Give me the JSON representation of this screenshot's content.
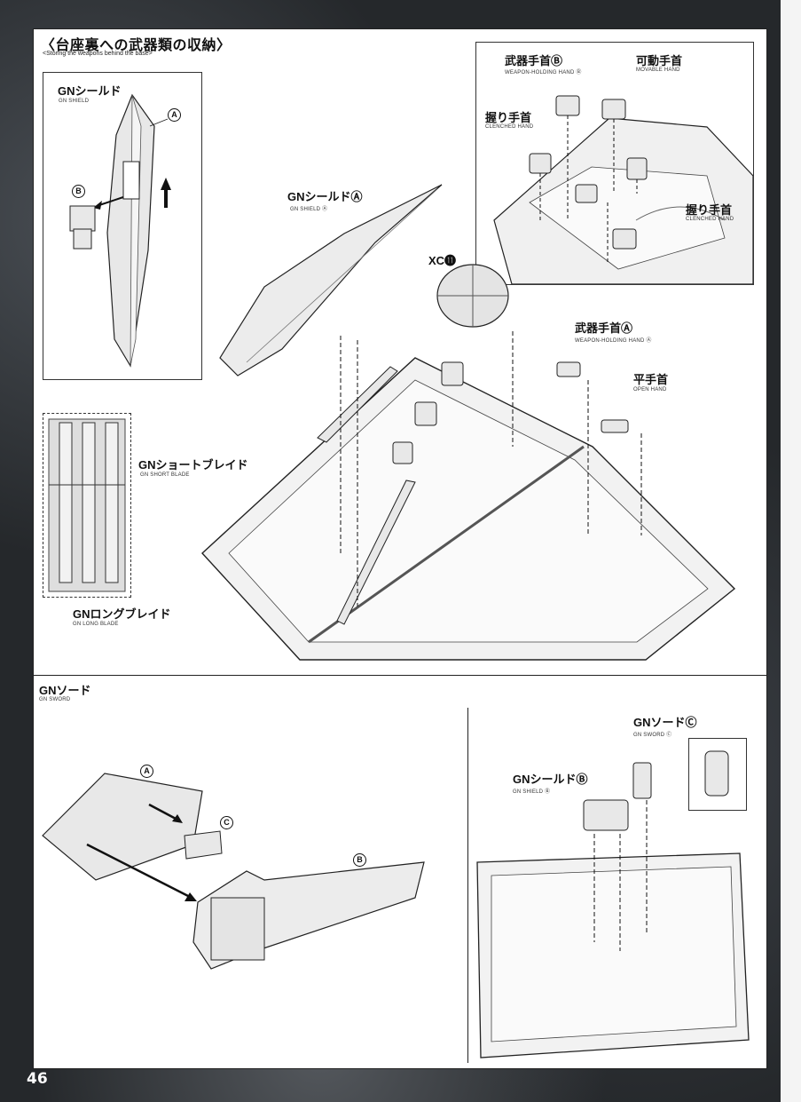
{
  "page": {
    "number": "46"
  },
  "section_storage": {
    "title": "〈台座裏への武器類の収納〉",
    "subtitle": "<Storing the weapons behind the base>"
  },
  "callouts": {
    "gn_shield": {
      "jp": "GNシールド",
      "en": "GN SHIELD"
    },
    "gn_shield_a": {
      "jp": "GNシールドⒶ",
      "en": "GN SHIELD Ⓐ"
    },
    "xc11": {
      "jp": "XC⓫"
    },
    "weapon_hand_b": {
      "jp": "武器手首Ⓑ",
      "en": "WEAPON-HOLDING HAND Ⓑ"
    },
    "movable_hand": {
      "jp": "可動手首",
      "en": "MOVABLE HAND"
    },
    "clenched_hand_1": {
      "jp": "握り手首",
      "en": "CLENCHED HAND"
    },
    "clenched_hand_2": {
      "jp": "握り手首",
      "en": "CLENCHED HAND"
    },
    "weapon_hand_a": {
      "jp": "武器手首Ⓐ",
      "en": "WEAPON-HOLDING HAND Ⓐ"
    },
    "open_hand": {
      "jp": "平手首",
      "en": "OPEN HAND"
    },
    "short_blade": {
      "jp": "GNショートブレイド",
      "en": "GN SHORT BLADE"
    },
    "long_blade": {
      "jp": "GNロングブレイド",
      "en": "GN LONG BLADE"
    },
    "gn_sword": {
      "jp": "GNソード",
      "en": "GN SWORD"
    },
    "gn_sword_c": {
      "jp": "GNソードⒸ",
      "en": "GN SWORD Ⓒ"
    },
    "gn_shield_b": {
      "jp": "GNシールドⒷ",
      "en": "GN SHIELD Ⓑ"
    }
  },
  "markers": {
    "a": "A",
    "b": "B",
    "c": "C"
  },
  "colors": {
    "part_fill": "#e8e8e8",
    "line": "#222222",
    "background": "#25282b"
  }
}
